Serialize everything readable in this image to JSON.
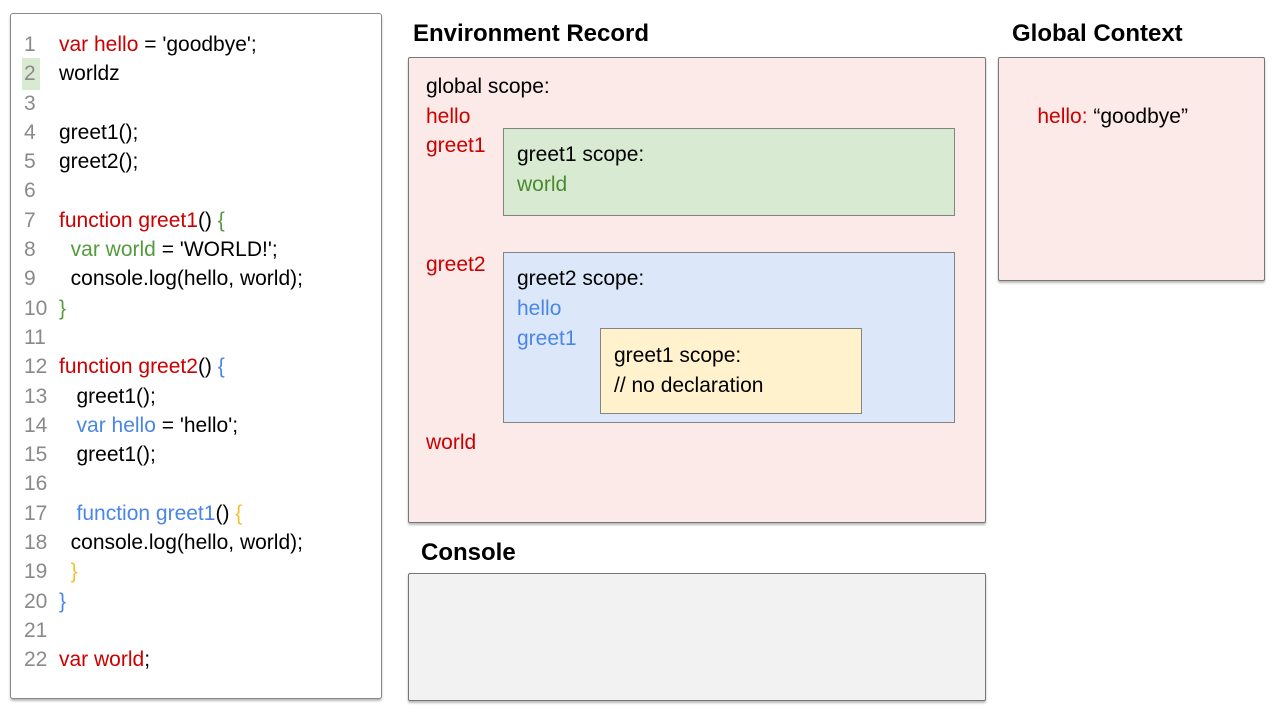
{
  "palette": {
    "red": "#cc0000",
    "green": "#549b3f",
    "blue": "#4a86e8",
    "yellow": "#f1c232",
    "gutter": "#8a8a8a",
    "pink_bg": "#fceae8",
    "green_bg": "#d9ead3",
    "blue_bg": "#dce8f9",
    "yellow_bg": "#fff2cc",
    "console_bg": "#f2f2f2",
    "border_gray": "#777777"
  },
  "code": {
    "lines": [
      {
        "n": "1",
        "hl": false,
        "tokens": [
          {
            "t": "var hello",
            "c": "r"
          },
          {
            "t": " = 'goodbye';",
            "c": "k"
          }
        ]
      },
      {
        "n": "2",
        "hl": true,
        "tokens": [
          {
            "t": "worldz",
            "c": "k"
          }
        ]
      },
      {
        "n": "3",
        "hl": false,
        "tokens": []
      },
      {
        "n": "4",
        "hl": false,
        "tokens": [
          {
            "t": "greet1();",
            "c": "k"
          }
        ]
      },
      {
        "n": "5",
        "hl": false,
        "tokens": [
          {
            "t": "greet2();",
            "c": "k"
          }
        ]
      },
      {
        "n": "6",
        "hl": false,
        "tokens": []
      },
      {
        "n": "7",
        "hl": false,
        "tokens": [
          {
            "t": "function greet1",
            "c": "r"
          },
          {
            "t": "() ",
            "c": "k"
          },
          {
            "t": "{",
            "c": "g"
          }
        ]
      },
      {
        "n": "8",
        "hl": false,
        "tokens": [
          {
            "t": "  ",
            "c": "k"
          },
          {
            "t": "var world",
            "c": "g"
          },
          {
            "t": " = 'WORLD!';",
            "c": "k"
          }
        ]
      },
      {
        "n": "9",
        "hl": false,
        "tokens": [
          {
            "t": "  console.log(hello, world);",
            "c": "k"
          }
        ]
      },
      {
        "n": "10",
        "hl": false,
        "tokens": [
          {
            "t": "}",
            "c": "g"
          }
        ]
      },
      {
        "n": "11",
        "hl": false,
        "tokens": []
      },
      {
        "n": "12",
        "hl": false,
        "tokens": [
          {
            "t": "function greet2",
            "c": "r"
          },
          {
            "t": "() ",
            "c": "k"
          },
          {
            "t": "{",
            "c": "b"
          }
        ]
      },
      {
        "n": "13",
        "hl": false,
        "tokens": [
          {
            "t": "   greet1();",
            "c": "k"
          }
        ]
      },
      {
        "n": "14",
        "hl": false,
        "tokens": [
          {
            "t": "   ",
            "c": "k"
          },
          {
            "t": "var hello",
            "c": "b"
          },
          {
            "t": " = 'hello';",
            "c": "k"
          }
        ]
      },
      {
        "n": "15",
        "hl": false,
        "tokens": [
          {
            "t": "   greet1();",
            "c": "k"
          }
        ]
      },
      {
        "n": "16",
        "hl": false,
        "tokens": []
      },
      {
        "n": "17",
        "hl": false,
        "tokens": [
          {
            "t": "   ",
            "c": "k"
          },
          {
            "t": "function greet1",
            "c": "b"
          },
          {
            "t": "() ",
            "c": "k"
          },
          {
            "t": "{",
            "c": "y"
          }
        ]
      },
      {
        "n": "18",
        "hl": false,
        "tokens": [
          {
            "t": "  console.log(hello, world);",
            "c": "k"
          }
        ]
      },
      {
        "n": "19",
        "hl": false,
        "tokens": [
          {
            "t": "  ",
            "c": "k"
          },
          {
            "t": "}",
            "c": "y"
          }
        ]
      },
      {
        "n": "20",
        "hl": false,
        "tokens": [
          {
            "t": "}",
            "c": "b"
          }
        ]
      },
      {
        "n": "21",
        "hl": false,
        "tokens": []
      },
      {
        "n": "22",
        "hl": false,
        "tokens": [
          {
            "t": "var world",
            "c": "r"
          },
          {
            "t": ";",
            "c": "k"
          }
        ]
      }
    ]
  },
  "env": {
    "title": "Environment Record",
    "global_scope_label": "global scope:",
    "global_vars": {
      "hello": "hello",
      "greet1": "greet1",
      "greet2": "greet2",
      "world": "world"
    },
    "greet1_scope": {
      "label": "greet1 scope:",
      "world": "world"
    },
    "greet2_scope": {
      "label": "greet2 scope:",
      "hello": "hello",
      "greet1": "greet1",
      "inner_greet1_scope": {
        "label": "greet1 scope:",
        "comment": "// no declaration"
      }
    }
  },
  "global_context": {
    "title": "Global Context",
    "binding_name": "hello:",
    "binding_value": " “goodbye”"
  },
  "console": {
    "title": "Console"
  }
}
